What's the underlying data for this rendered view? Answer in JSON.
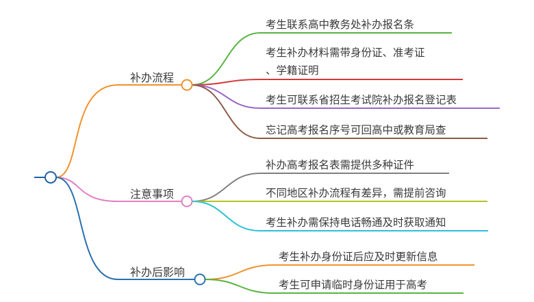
{
  "colors": {
    "root": "#1f5fa0",
    "branch_orange": "#f0922c",
    "branch_pink": "#e27fc1",
    "branch_blue": "#2a6fae",
    "green": "#57b33f",
    "red": "#d4383a",
    "purple": "#9a67c7",
    "brown": "#8a5a48",
    "gray": "#7f7f7f",
    "olive": "#b8c21e",
    "cyan": "#29c1d6",
    "orange_leaf": "#f0922c"
  },
  "branches": [
    {
      "label": "补办流程",
      "leaves": [
        "考生联系高中教务处补办报名条",
        "考生补办材料需带身份证、准考证",
        "、学籍证明",
        "考生可联系省招生考试院补办报名登记表",
        "忘记高考报名序号可回高中或教育局查"
      ]
    },
    {
      "label": "注意事项",
      "leaves": [
        "补办高考报名表需提供多种证件",
        "不同地区补办流程有差异，需提前咨询",
        "考生补办需保持电话畅通及时获取通知"
      ]
    },
    {
      "label": "补办后影响",
      "leaves": [
        "考生补办身份证后应及时更新信息",
        "考生可申请临时身份证用于高考"
      ]
    }
  ]
}
